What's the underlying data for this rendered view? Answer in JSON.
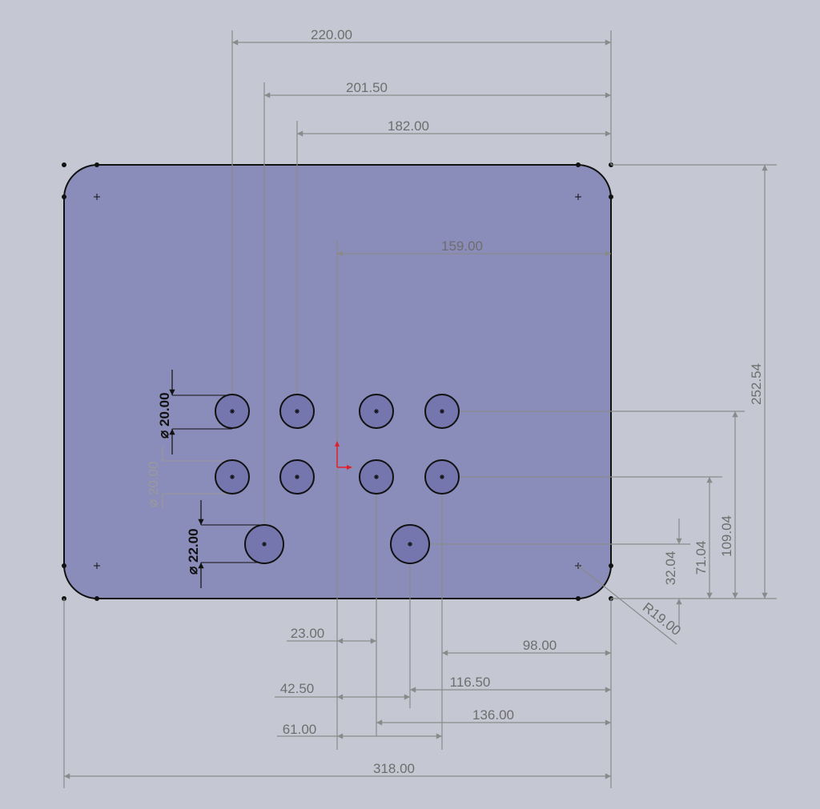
{
  "dimensions": {
    "d220": "220.00",
    "d201_5": "201.50",
    "d182": "182.00",
    "d159": "159.00",
    "d252_54": "252.54",
    "d109_04": "109.04",
    "d71_04": "71.04",
    "d32_04": "32.04",
    "r19": "R19.00",
    "d23": "23.00",
    "d98": "98.00",
    "d42_5": "42.50",
    "d116_5": "116.50",
    "d136": "136.00",
    "d61": "61.00",
    "d318": "318.00",
    "dia20a": "20.00",
    "dia20b": "20.00",
    "dia22": "22.00",
    "dia_symbol": "⌀"
  },
  "colors": {
    "background": "#c5c8d2",
    "plate": "#8a8cb9",
    "hole": "#7476ad",
    "origin": "#e0202a"
  }
}
